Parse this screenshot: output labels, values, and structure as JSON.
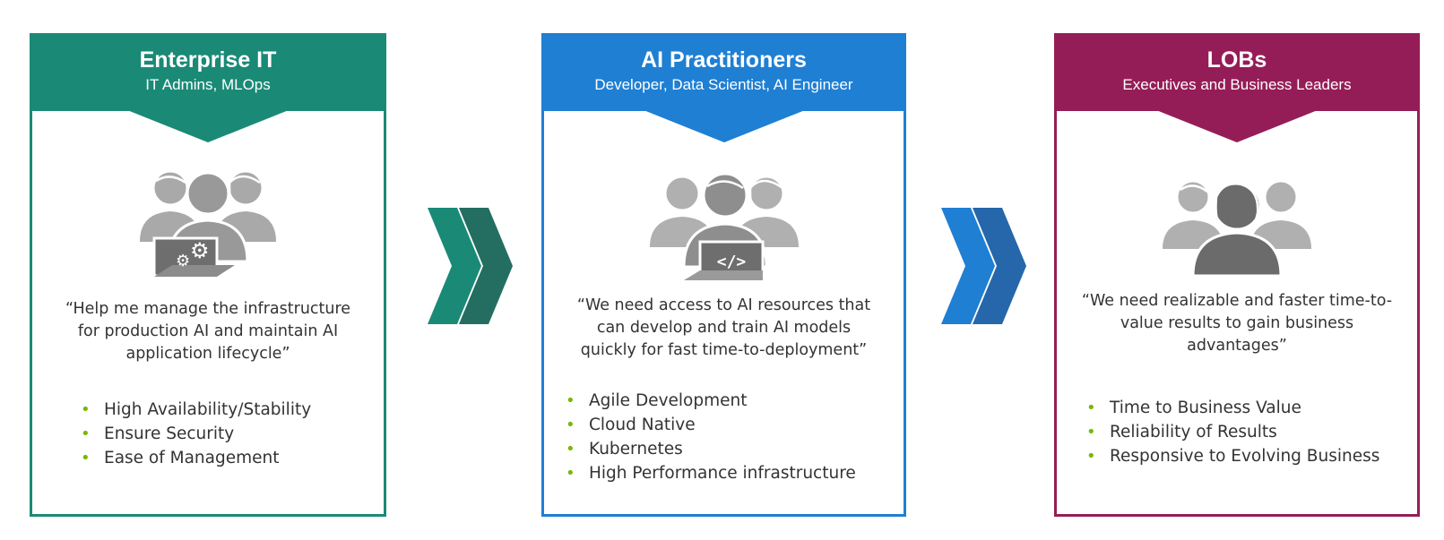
{
  "cards": [
    {
      "title": "Enterprise IT",
      "subtitle": "IT Admins, MLOps",
      "quote_lines": [
        "“Help me manage the infrastructure",
        "for production AI and maintain AI",
        "application lifecycle”"
      ],
      "bullets": [
        "High Availability/Stability",
        "Ensure Security",
        "Ease of Management"
      ],
      "icon": "team-with-laptop-gears-icon",
      "laptop_glyph": "⚙"
    },
    {
      "title": "AI Practitioners",
      "subtitle": "Developer, Data Scientist, AI Engineer",
      "quote_lines": [
        "“We need access to AI resources that",
        "can develop and train AI models",
        "quickly for fast time-to-deployment”"
      ],
      "bullets": [
        "Agile Development",
        "Cloud Native",
        "Kubernetes",
        "High Performance infrastructure"
      ],
      "icon": "team-with-laptop-code-icon",
      "laptop_glyph": "</>"
    },
    {
      "title": "LOBs",
      "subtitle": "Executives and Business Leaders",
      "quote_lines": [
        "“We need realizable and faster time-to-",
        "value results to gain business",
        "advantages”"
      ],
      "bullets": [
        "Time to Business Value",
        "Reliability of Results",
        "Responsive to Evolving Business"
      ],
      "icon": "business-leader-group-icon"
    }
  ],
  "colors": {
    "enterprise_it": "#1a8a77",
    "ai_practitioners": "#1f7fd3",
    "lobs": "#951d57",
    "bullet": "#76b900",
    "icon_gray": "#a6a6a6",
    "icon_dark": "#666666"
  },
  "chevrons": [
    {
      "icon": "double-chevron-right-icon",
      "light": "#1a8a77",
      "dark": "#236e60"
    },
    {
      "icon": "double-chevron-right-icon",
      "light": "#1f7fd3",
      "dark": "#2567aa"
    }
  ]
}
